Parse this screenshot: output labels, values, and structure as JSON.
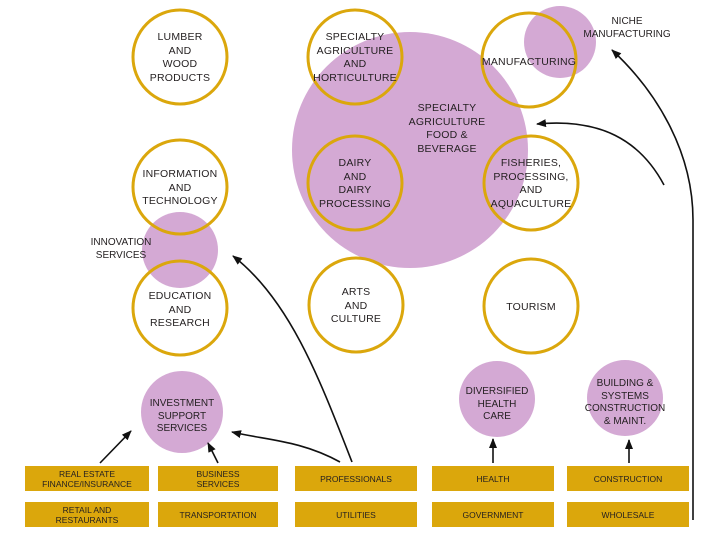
{
  "colors": {
    "ring": "#dba70c",
    "bubble": "#d4a9d4",
    "box": "#dba70c",
    "arrow": "#111111"
  },
  "circles": {
    "lumber": "Lumber\nand\nWood\nProducts",
    "specialty_ag_hort": "Specialty\nAgriculture\nand\nHorticulture",
    "manufacturing": "Manufacturing",
    "information_tech": "Information\nand\nTechnology",
    "dairy": "Dairy\nand\nDairy\nProcessing",
    "fisheries": "Fisheries,\nProcessing,\nand\nAquaculture",
    "education": "Education\nand\nResearch",
    "arts": "Arts\nand\nCulture",
    "tourism": "Tourism"
  },
  "bubbles": {
    "niche_manufacturing": "Niche\nManufacturing",
    "specialty_food": "Specialty\nAgriculture\nFood &\nBeverage",
    "innovation_services": "Innovation\nServices",
    "investment_support": "Investment\nSupport\nServices",
    "diversified_health": "Diversified\nHealth\nCare",
    "building_systems": "Building &\nSystems\nConstruction\n& Maint."
  },
  "boxes": {
    "row1": [
      "Real Estate\nFinance/Insurance",
      "Business\nServices",
      "Professionals",
      "Health",
      "Construction"
    ],
    "row2": [
      "Retail and\nRestaurants",
      "Transportation",
      "Utilities",
      "Government",
      "Wholesale"
    ]
  }
}
